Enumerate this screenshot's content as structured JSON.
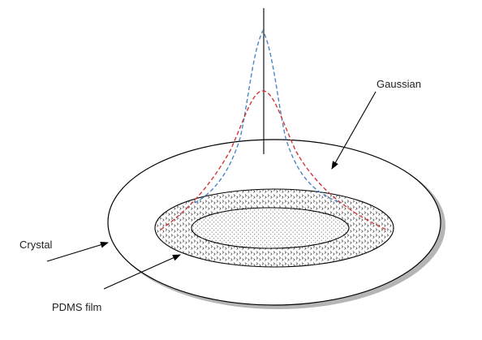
{
  "labels": {
    "gaussian": "Gaussian",
    "crystal": "Crystal",
    "pdms_film": "PDMS film"
  },
  "colors": {
    "outline": "#000000",
    "gaussian_narrow": "#4a86c5",
    "gaussian_wide": "#d0383a",
    "film_dots": "#333333",
    "shadow": "#b5b5b5"
  }
}
